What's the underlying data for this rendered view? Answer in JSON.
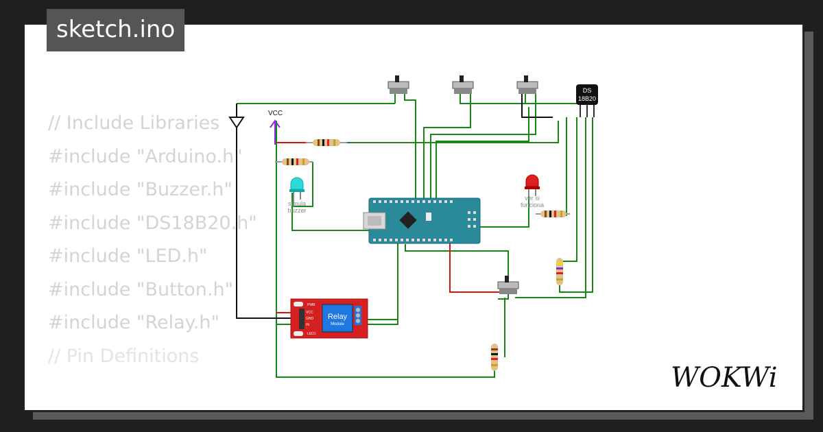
{
  "file_tab": {
    "label": "sketch.ino"
  },
  "code_lines": [
    "// Include Libraries",
    "#include \"Arduino.h\"",
    "#include \"Buzzer.h\"",
    "#include \"DS18B20.h\"",
    "#include \"LED.h\"",
    "#include \"Button.h\"",
    "#include \"Relay.h\"",
    "",
    "// Pin Definitions"
  ],
  "circuit": {
    "vcc_label": "VCC",
    "sensor_label_line1": "DS",
    "sensor_label_line2": "18B20",
    "buzzer_led_label_line1": "simula",
    "buzzer_led_label_line2": "buzzer",
    "red_led_label_line1": "ver si",
    "red_led_label_line2": "funciona",
    "relay_title": "Relay",
    "relay_subtitle": "Module",
    "relay_pin_pwr": "PWR",
    "relay_pin_vcc": "VCC",
    "relay_pin_gnd": "GND",
    "relay_pin_in": "IN",
    "relay_pin_led1": "LED1",
    "wire_colors": {
      "green": "#148a14",
      "black": "#111111",
      "red": "#dd1111",
      "vcc": "#8a2be2"
    }
  },
  "brand": {
    "logo_text": "WOKWi"
  }
}
